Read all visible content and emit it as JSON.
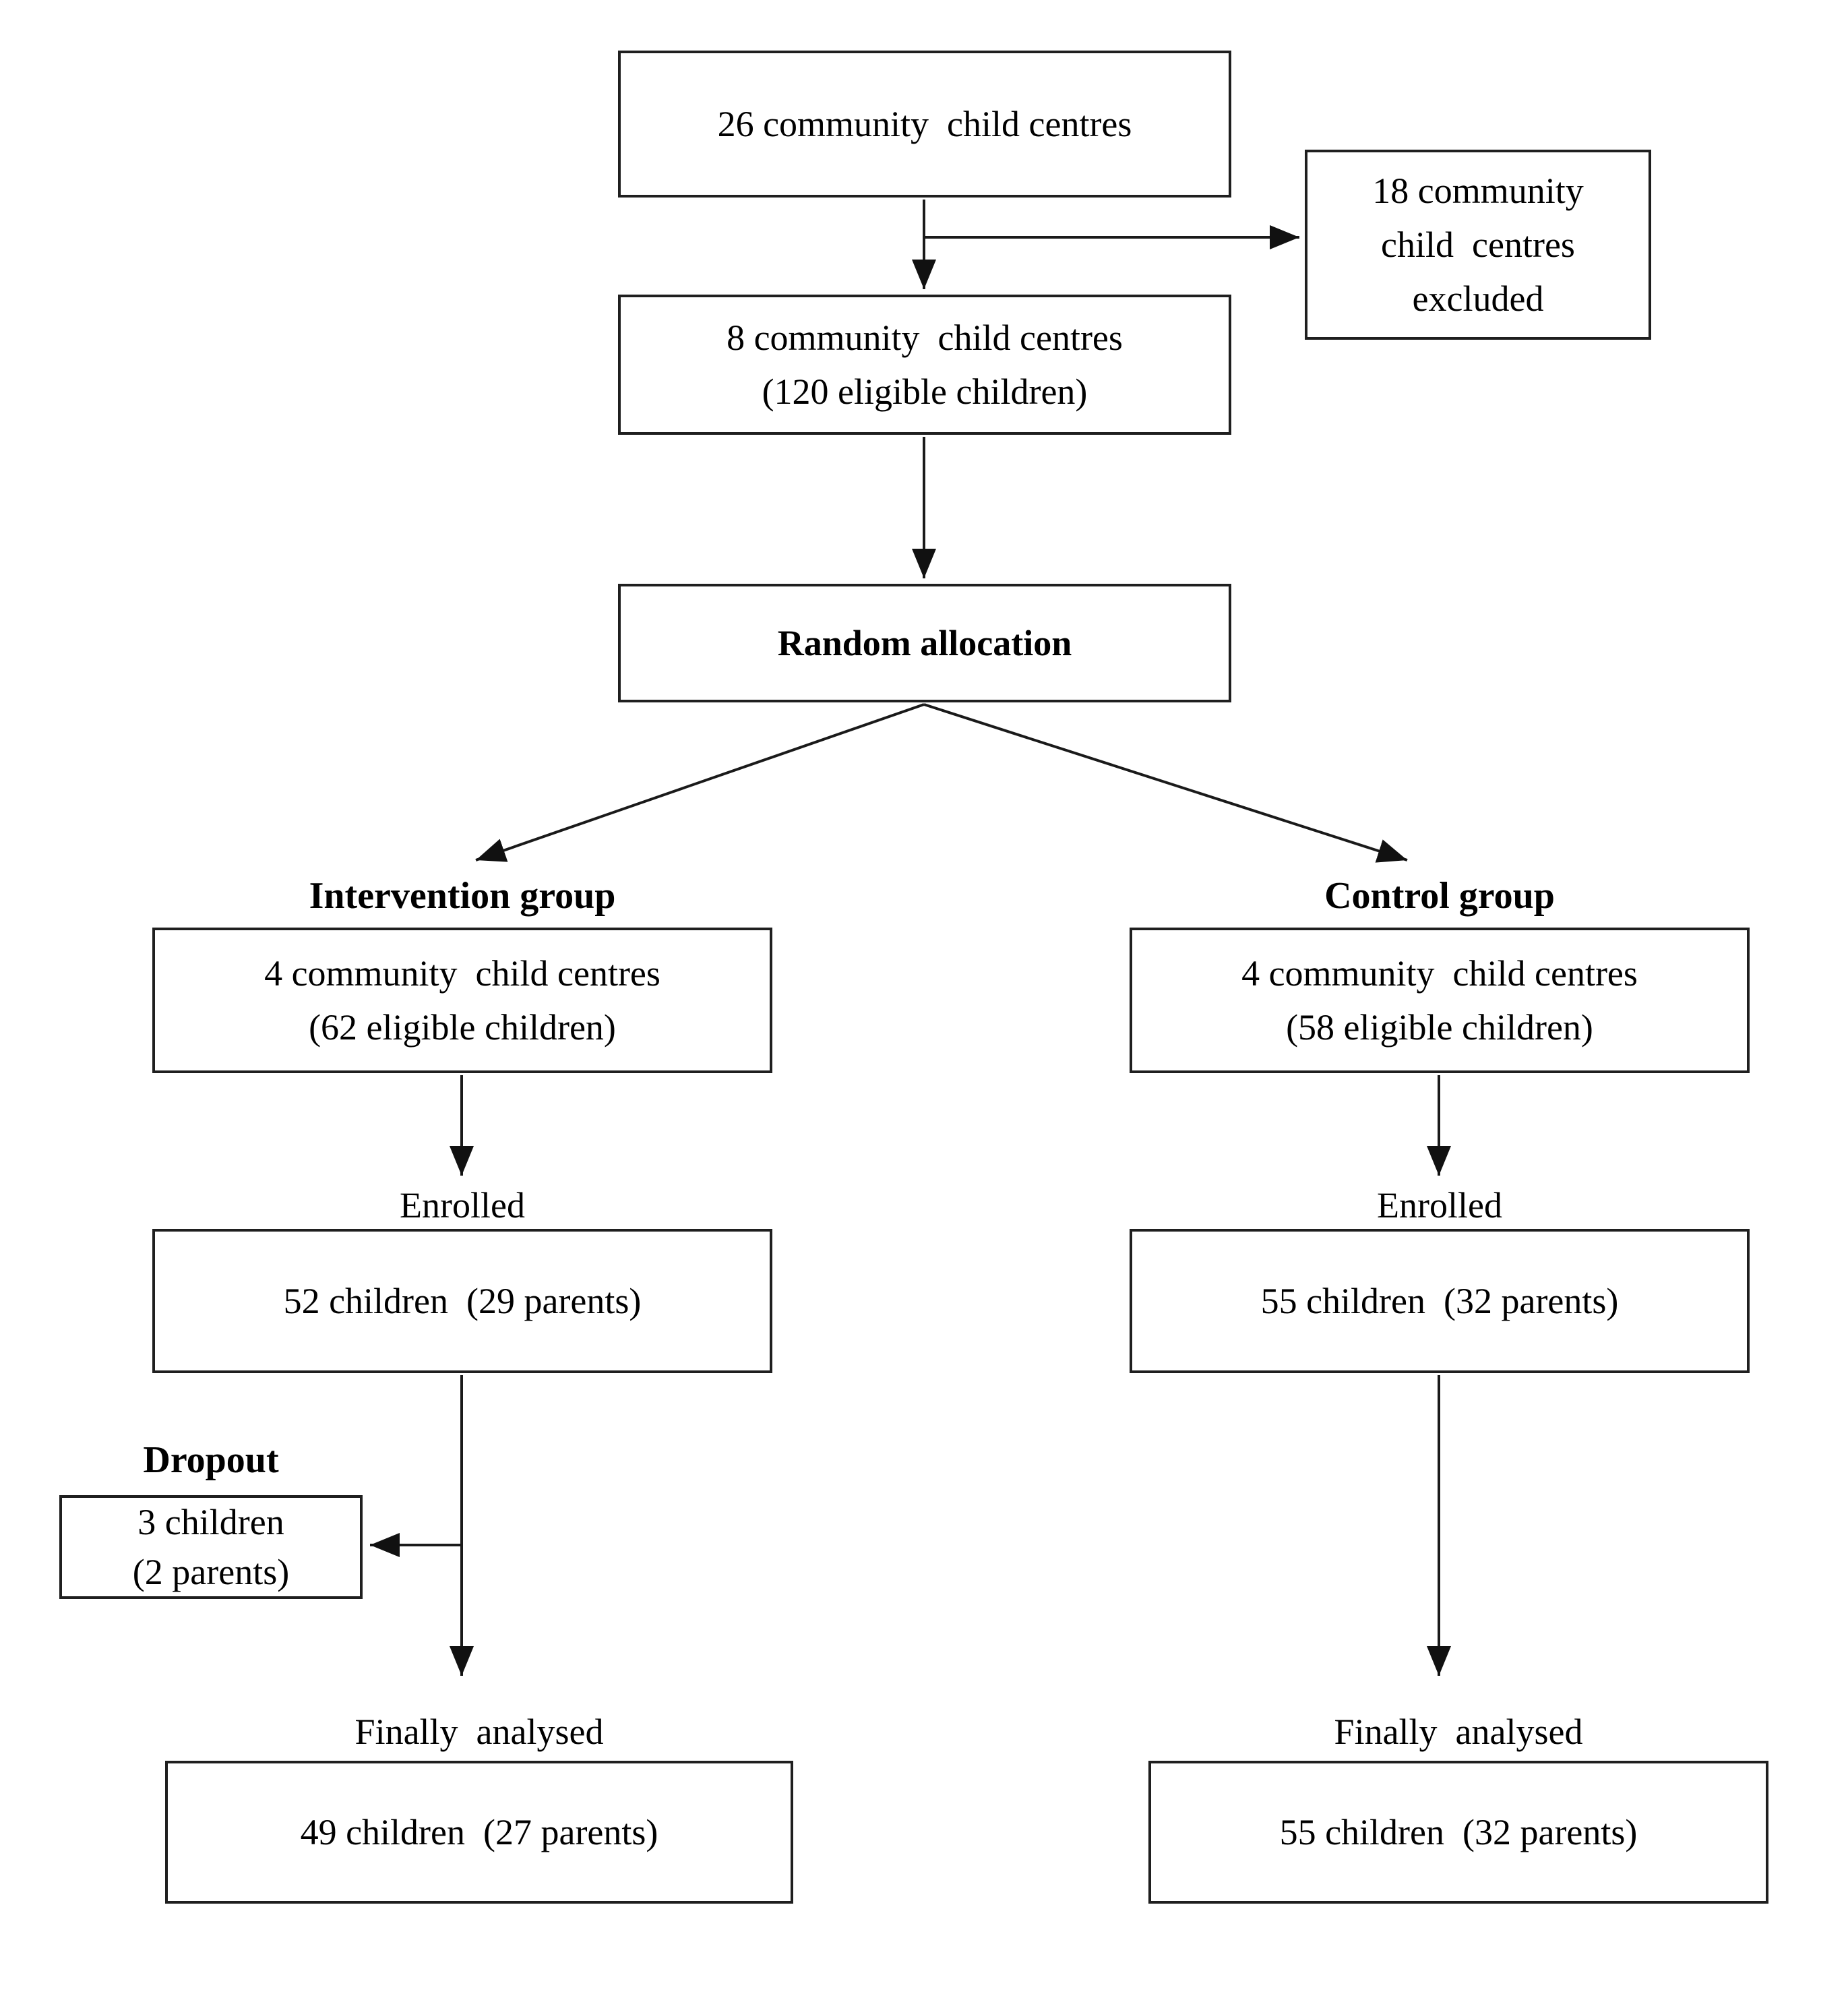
{
  "colors": {
    "background": "#ffffff",
    "line": "#1a1a1a",
    "text": "#000000"
  },
  "nodes": {
    "total_centres": {
      "text": "26 community  child centres"
    },
    "excluded": {
      "line1": "18 community",
      "line2": "child  centres",
      "line3": "excluded"
    },
    "eligible": {
      "line1": "8 community  child centres",
      "line2": "(120 eligible children)"
    },
    "random_allocation": {
      "text": "Random allocation"
    },
    "intervention_group": {
      "title": "Intervention group",
      "line1": "4 community  child centres",
      "line2": "(62 eligible children)"
    },
    "control_group": {
      "title": "Control group",
      "line1": "4 community  child centres",
      "line2": "(58 eligible children)"
    },
    "enrolled_intervention": {
      "title": "Enrolled",
      "text": "52 children  (29 parents)"
    },
    "enrolled_control": {
      "title": "Enrolled",
      "text": "55 children  (32 parents)"
    },
    "dropout": {
      "title": "Dropout",
      "line1": "3 children",
      "line2": "(2 parents)"
    },
    "analysed_intervention": {
      "title": "Finally  analysed",
      "text": "49 children  (27 parents)"
    },
    "analysed_control": {
      "title": "Finally  analysed",
      "text": "55 children  (32 parents)"
    }
  }
}
